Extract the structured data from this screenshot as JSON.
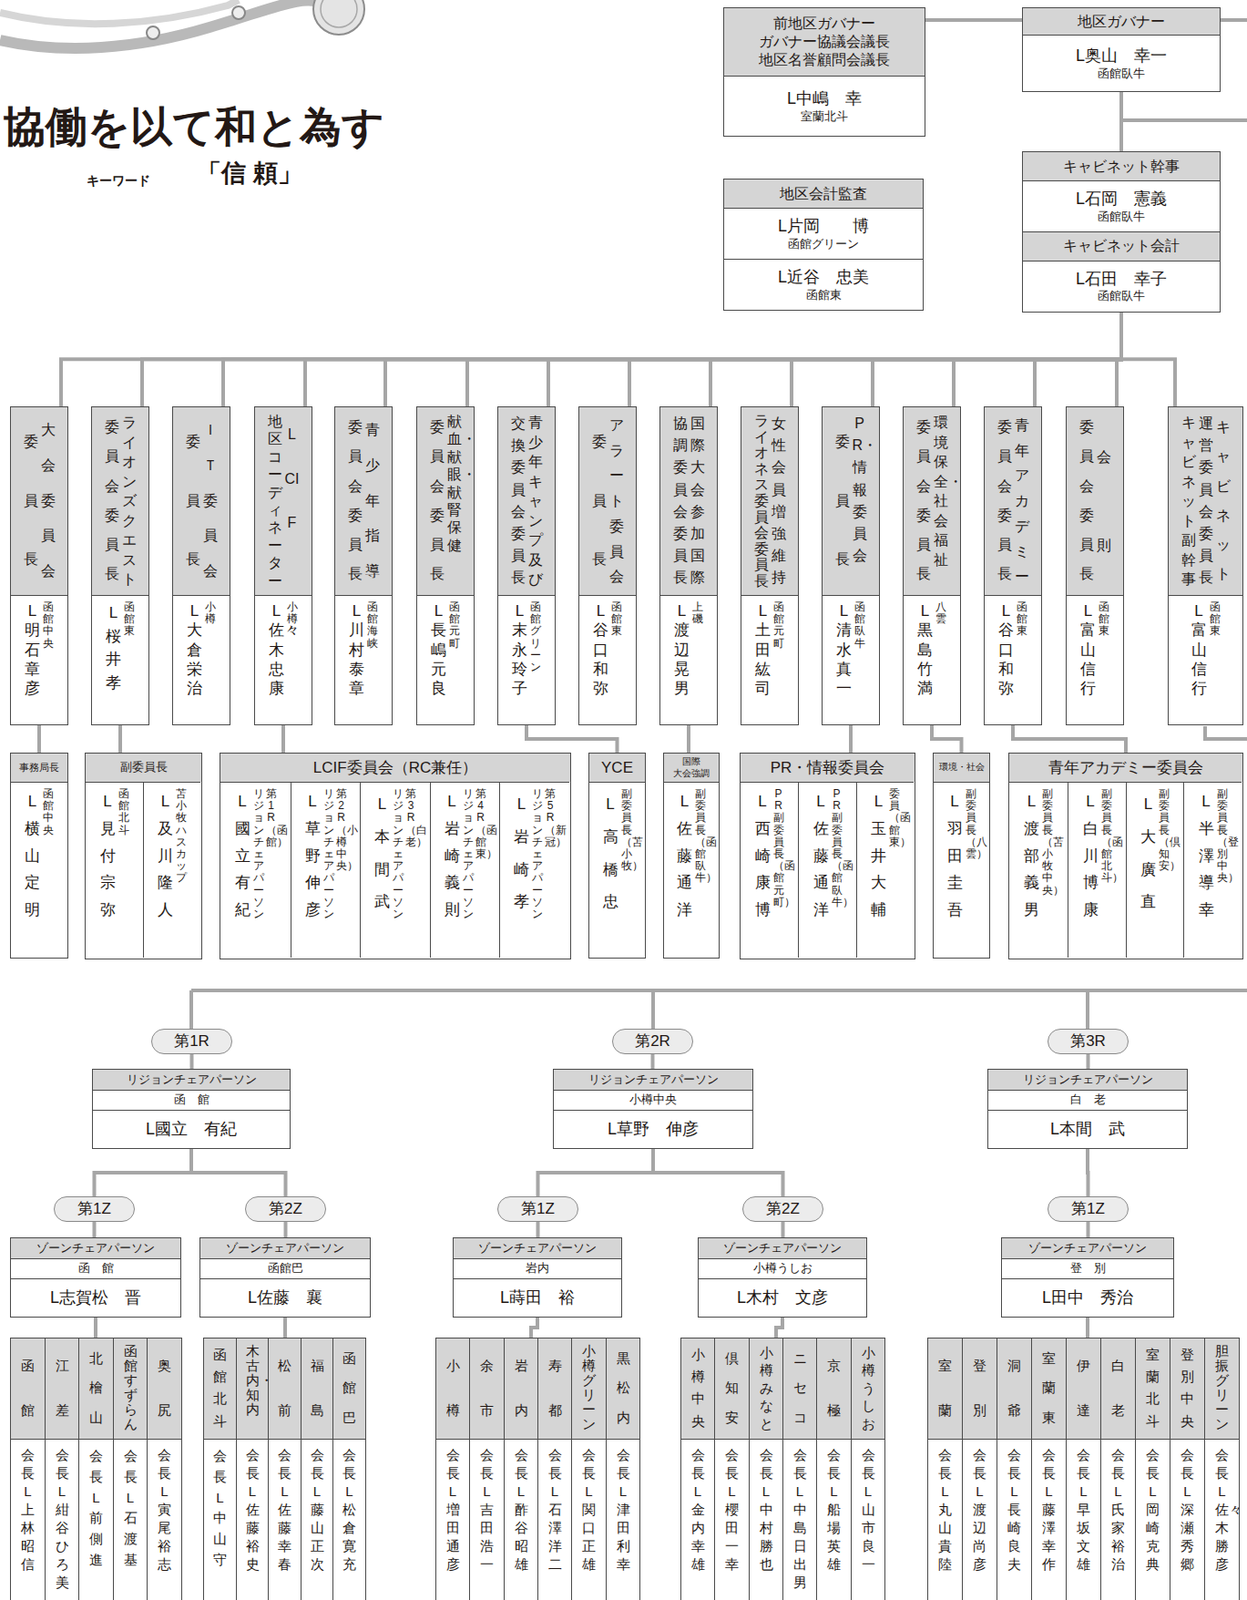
{
  "diagram": {
    "title": "協働を以て和と為す",
    "nodes": [
      {
        "text": [
          "前地区ガバナー ガバナー協議会議長 地区名誉顧問会議長",
          "L中嶋　幸",
          "室蘭北斗"
        ]
      },
      {
        "text": [
          "地区ガバナー",
          "L奥山　幸一",
          "函館臥牛"
        ]
      },
      {
        "text": [
          "地区会計監査",
          "L片岡　　博",
          "函館グリーン",
          "L近谷　忠美",
          "函館東"
        ]
      },
      {
        "text": [
          "キャビネット幹事",
          "L石岡　憲義",
          "函館臥牛"
        ]
      },
      {
        "text": [
          "キャビネット会計",
          "L石田　幸子",
          "函館臥牛"
        ]
      },
      {
        "text": [
          "大会委員会 委員長",
          "函館中央",
          "L明石　章彦"
        ]
      },
      {
        "text": [
          "ライオンズクエスト 委員会委員長",
          "函館東",
          "L桜井　孝"
        ]
      },
      {
        "text": [
          "ＩＴ委員会 委員長",
          "小樽",
          "L大倉　栄治"
        ]
      },
      {
        "text": [
          "LCIF 地区コーディネーター",
          "小樽",
          "L佐々木忠康"
        ]
      },
      {
        "text": [
          "青少年指導 委員会委員長",
          "函館海峡",
          "L川村　泰章"
        ]
      },
      {
        "text": [
          "献血・献眼・献腎保健 委員会委員長",
          "函館元町",
          "L長嶋　元良"
        ]
      },
      {
        "text": [
          "青少年キャンプ及び 交換委員会委員長",
          "函館グリーン",
          "L末永　玲子"
        ]
      },
      {
        "text": [
          "アラート委員会 委員長",
          "函館東",
          "L谷口　和弥"
        ]
      },
      {
        "text": [
          "国際大会参加国際 協調委員会委員長",
          "上磯",
          "L渡辺　晃男"
        ]
      },
      {
        "text": [
          "女性会員増強維持 ライオネス委員会委員長",
          "函館元町",
          "L土田　紘司"
        ]
      },
      {
        "text": [
          "PR・情報委員会 委員長",
          "函館臥牛",
          "L清水　真一"
        ]
      },
      {
        "text": [
          "環境保全・社会福祉 委員会委員長",
          "八雲",
          "L黒島　竹満"
        ]
      },
      {
        "text": [
          "青年アカデミー 委員会委員長",
          "函館東",
          "L谷口　和弥"
        ]
      },
      {
        "text": [
          "会則 委員会委員長",
          "函館東",
          "L富山　信行"
        ]
      },
      {
        "text": [
          "キャビネット 運営委員会委員長 キャビネット副幹事",
          "函館東",
          "L富山　信行"
        ]
      },
      {
        "text": [
          "事務局長",
          "函館中央",
          "L横山　定明"
        ]
      },
      {
        "text": [
          "副委員長"
        ]
      },
      {
        "text": [
          "函館北斗",
          "L見付　宗弥"
        ],
        "in": 21
      },
      {
        "text": [
          "苫小牧ハスカップ",
          "L及川　隆人"
        ],
        "in": 21
      },
      {
        "text": [
          "LCIF委員会（RC兼任）"
        ]
      },
      {
        "text": [
          "第1R（函館） リジョンチェアパーソン",
          "L國立　有紀"
        ],
        "in": 24
      },
      {
        "text": [
          "第2R（小樽中央） リジョンチェアパーソン",
          "L草野　伸彦"
        ],
        "in": 24
      },
      {
        "text": [
          "第3R（白老） リジョンチェアパーソン",
          "L本間　武"
        ],
        "in": 24
      },
      {
        "text": [
          "第4R（函館東） リジョンチェアパーソン",
          "L岩崎　義則"
        ],
        "in": 24
      },
      {
        "text": [
          "第5R（新冠） リジョンチェアパーソン",
          "L岩崎　孝"
        ],
        "in": 24
      },
      {
        "text": [
          "YCE",
          "副委員長（苫小牧）",
          "L高橋　忠"
        ]
      },
      {
        "text": [
          "国際 大会強調",
          "副委員長（函館臥牛）",
          "L佐藤　通洋"
        ]
      },
      {
        "text": [
          "PR・情報委員会"
        ]
      },
      {
        "text": [
          "PR副委員長（函館元町）",
          "L西崎　康博"
        ],
        "in": 32
      },
      {
        "text": [
          "PR副委員長（函館臥牛）",
          "L佐藤　通洋"
        ],
        "in": 32
      },
      {
        "text": [
          "委員（函館東）",
          "L玉井　大輔"
        ],
        "in": 32
      },
      {
        "text": [
          "環境・社会",
          "副委員長（八雲）",
          "L羽田　圭吾"
        ]
      },
      {
        "text": [
          "青年アカデミー委員会"
        ]
      },
      {
        "text": [
          "副委員長（苫小牧中央）",
          "L渡部　義男"
        ],
        "in": 37
      },
      {
        "text": [
          "副委員長（函館北斗）",
          "L白川　博康"
        ],
        "in": 37
      },
      {
        "text": [
          "副委員長（倶知安）",
          "L大廣　直"
        ],
        "in": 37
      },
      {
        "text": [
          "副委員長（登別中央）",
          "L半澤　導幸"
        ],
        "in": 37
      },
      {
        "text": [
          "第1R"
        ]
      },
      {
        "text": [
          "リジョンチェアパーソン",
          "函　館",
          "L國立　有紀"
        ]
      },
      {
        "text": [
          "第1Z"
        ]
      },
      {
        "text": [
          "ゾーンチェアパーソン",
          "函　館",
          "L志賀松　晋"
        ]
      },
      {
        "text": [
          "第2Z"
        ]
      },
      {
        "text": [
          "ゾーンチェアパーソン",
          "函館巴",
          "L佐藤　襄"
        ]
      },
      {
        "text": [
          "函館",
          "会長L上林　昭信"
        ]
      },
      {
        "text": [
          "江差",
          "会長L紺谷ひろ美"
        ]
      },
      {
        "text": [
          "北檜山",
          "会長L前側　進"
        ]
      },
      {
        "text": [
          "函館すずらん",
          "会長L石渡　基"
        ]
      },
      {
        "text": [
          "奥尻",
          "会長L寅尾　裕志"
        ]
      },
      {
        "text": [
          "函館北斗",
          "会長L中山　守"
        ]
      },
      {
        "text": [
          "木古内・知内",
          "会長L佐藤　裕史"
        ]
      },
      {
        "text": [
          "松前",
          "会長L佐藤　幸春"
        ]
      },
      {
        "text": [
          "福島",
          "会長L藤山　正次"
        ]
      },
      {
        "text": [
          "函館巴",
          "会長L松倉　寛充"
        ]
      },
      {
        "text": [
          "第2R"
        ]
      },
      {
        "text": [
          "リジョンチェアパーソン",
          "小樽中央",
          "L草野　伸彦"
        ]
      },
      {
        "text": [
          "第1Z"
        ]
      },
      {
        "text": [
          "ゾーンチェアパーソン",
          "岩内",
          "L蒔田　裕"
        ]
      },
      {
        "text": [
          "第2Z"
        ]
      },
      {
        "text": [
          "ゾーンチェアパーソン",
          "小樽うしお",
          "L木村　文彦"
        ]
      },
      {
        "text": [
          "小樽",
          "会長L増田　通彦"
        ]
      },
      {
        "text": [
          "余市",
          "会長L吉田　浩一"
        ]
      },
      {
        "text": [
          "岩内",
          "会長L酢谷　昭雄"
        ]
      },
      {
        "text": [
          "寿都",
          "会長L石澤　洋二"
        ]
      },
      {
        "text": [
          "小樽グリーン",
          "会長L関口　正雄"
        ]
      },
      {
        "text": [
          "黒松内",
          "会長L津田　利幸"
        ]
      },
      {
        "text": [
          "小樽中央",
          "会長L金内　幸雄"
        ]
      },
      {
        "text": [
          "倶知安",
          "会長L櫻田　一幸"
        ]
      },
      {
        "text": [
          "小樽みなと",
          "会長L中村　勝也"
        ]
      },
      {
        "text": [
          "ニセコ",
          "会長L中島日出男"
        ]
      },
      {
        "text": [
          "京極",
          "会長L船場　英雄"
        ]
      },
      {
        "text": [
          "小樽うしお",
          "会長L山市　良一"
        ]
      },
      {
        "text": [
          "第3R"
        ]
      },
      {
        "text": [
          "リジョンチェアパーソン",
          "白　老",
          "L本間　武"
        ]
      },
      {
        "text": [
          "第1Z"
        ]
      },
      {
        "text": [
          "ゾーンチェアパーソン",
          "登　別",
          "L田中　秀治"
        ]
      },
      {
        "text": [
          "室蘭",
          "会長L丸山　貴陸"
        ]
      },
      {
        "text": [
          "登別",
          "会長L渡辺　尚彦"
        ]
      },
      {
        "text": [
          "洞爺",
          "会長L長崎　良夫"
        ]
      },
      {
        "text": [
          "室蘭東",
          "会長L藤澤　幸作"
        ]
      },
      {
        "text": [
          "伊達",
          "会長L早坂　文雄"
        ]
      },
      {
        "text": [
          "白老",
          "会長L氏家　裕治"
        ]
      },
      {
        "text": [
          "室蘭北斗",
          "会長L岡崎　克典"
        ]
      },
      {
        "text": [
          "登別中央",
          "会長L深瀬　秀郷"
        ]
      },
      {
        "text": [
          "胆振グリーン",
          "会長L佐々木勝彦"
        ]
      }
    ],
    "edges": [
      {
        "from": 0,
        "to": 1,
        "arrow": "none"
      },
      {
        "from": 1,
        "to": 3,
        "arrow": "none"
      },
      {
        "from": 4,
        "to": 5,
        "arrow": "none"
      },
      {
        "from": 4,
        "to": 6,
        "arrow": "none"
      },
      {
        "from": 4,
        "to": 7,
        "arrow": "none"
      },
      {
        "from": 4,
        "to": 8,
        "arrow": "none"
      },
      {
        "from": 4,
        "to": 9,
        "arrow": "none"
      },
      {
        "from": 4,
        "to": 10,
        "arrow": "none"
      },
      {
        "from": 4,
        "to": 11,
        "arrow": "none"
      },
      {
        "from": 4,
        "to": 12,
        "arrow": "none"
      },
      {
        "from": 4,
        "to": 13,
        "arrow": "none"
      },
      {
        "from": 4,
        "to": 14,
        "arrow": "none"
      },
      {
        "from": 4,
        "to": 15,
        "arrow": "none"
      },
      {
        "from": 4,
        "to": 16,
        "arrow": "none"
      },
      {
        "from": 4,
        "to": 17,
        "arrow": "none"
      },
      {
        "from": 4,
        "to": 18,
        "arrow": "none"
      },
      {
        "from": 4,
        "to": 19,
        "arrow": "none"
      },
      {
        "from": 5,
        "to": 20,
        "arrow": "none"
      },
      {
        "from": 6,
        "to": 21,
        "arrow": "none"
      },
      {
        "from": 8,
        "to": 24,
        "arrow": "none"
      },
      {
        "from": 11,
        "to": 30,
        "arrow": "none"
      },
      {
        "from": 13,
        "to": 31,
        "arrow": "none"
      },
      {
        "from": 15,
        "to": 32,
        "arrow": "none"
      },
      {
        "from": 16,
        "to": 36,
        "arrow": "none"
      },
      {
        "from": 17,
        "to": 37,
        "arrow": "none"
      },
      {
        "from": 42,
        "to": 43,
        "arrow": "none"
      },
      {
        "from": 43,
        "to": 44,
        "arrow": "none"
      },
      {
        "from": 43,
        "to": 46,
        "arrow": "none"
      },
      {
        "from": 44,
        "to": 45,
        "arrow": "none"
      },
      {
        "from": 46,
        "to": 47,
        "arrow": "none"
      },
      {
        "from": 45,
        "to": 50,
        "arrow": "none"
      },
      {
        "from": 47,
        "to": 55,
        "arrow": "none"
      },
      {
        "from": 58,
        "to": 59,
        "arrow": "none"
      },
      {
        "from": 59,
        "to": 60,
        "arrow": "none"
      },
      {
        "from": 59,
        "to": 62,
        "arrow": "none"
      },
      {
        "from": 60,
        "to": 61,
        "arrow": "none"
      },
      {
        "from": 62,
        "to": 63,
        "arrow": "none"
      },
      {
        "from": 61,
        "to": 66,
        "arrow": "none"
      },
      {
        "from": 63,
        "to": 72,
        "arrow": "none"
      },
      {
        "from": 76,
        "to": 77,
        "arrow": "none"
      },
      {
        "from": 77,
        "to": 78,
        "arrow": "none"
      },
      {
        "from": 78,
        "to": 79,
        "arrow": "none"
      },
      {
        "from": 79,
        "to": 84,
        "arrow": "none"
      }
    ],
    "labels": [
      "キーワード",
      "「信 頼」"
    ]
  }
}
